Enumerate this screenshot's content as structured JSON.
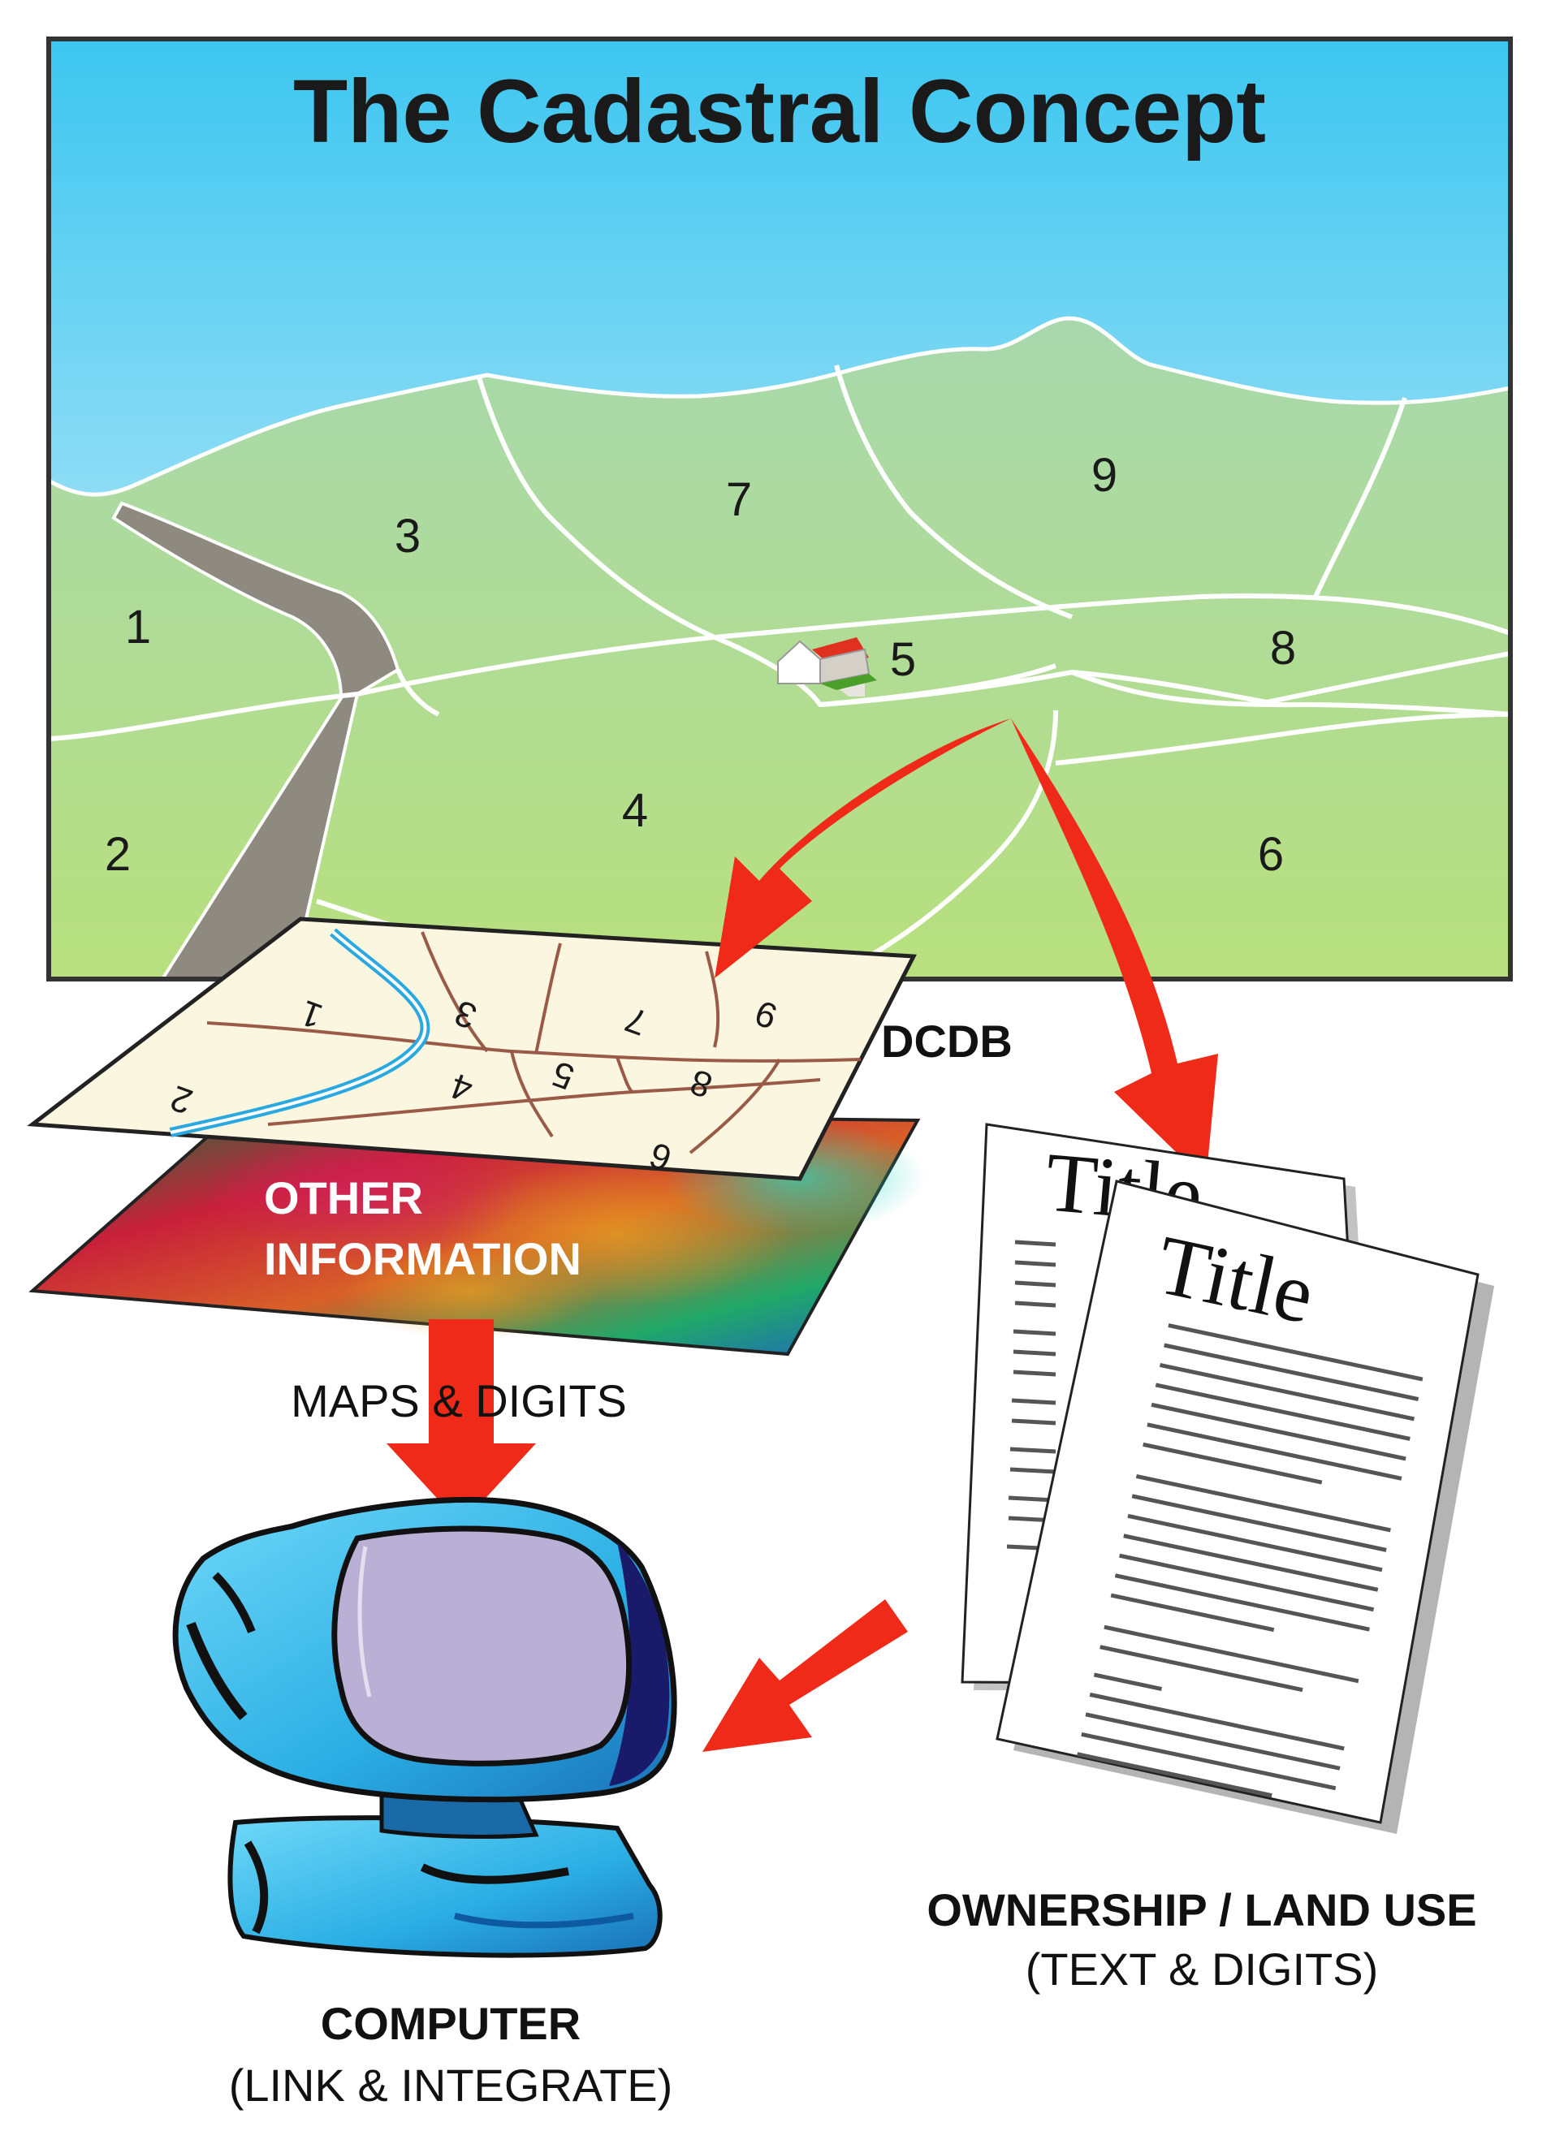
{
  "title": "The Cadastral Concept",
  "parcels": [
    "1",
    "2",
    "3",
    "4",
    "5",
    "6",
    "7",
    "8",
    "9"
  ],
  "map_parcels": [
    "1",
    "2",
    "3",
    "4",
    "5",
    "6",
    "7",
    "8",
    "9"
  ],
  "layers": {
    "dcdb": "DCDB",
    "other_line1": "OTHER",
    "other_line2": "INFORMATION",
    "maps_digits": "MAPS & DIGITS"
  },
  "documents": {
    "back_title": "Title",
    "front_title": "Title"
  },
  "ownership": {
    "label": "OWNERSHIP / LAND USE",
    "sub": "(TEXT & DIGITS)"
  },
  "computer": {
    "label": "COMPUTER",
    "sub": "(LINK & INTEGRATE)"
  },
  "colors": {
    "sky_top": "#3cc6f0",
    "sky_bottom": "#e4f4fa",
    "land_top": "#a8d8ad",
    "land_bottom": "#b8e07e",
    "road": "#8f8a80",
    "arrow": "#f02a18",
    "map_paper": "#fbf6df",
    "map_lines": "#9a5a48",
    "monitor_blue": "#2fb8ea",
    "screen": "#bab0d6"
  }
}
